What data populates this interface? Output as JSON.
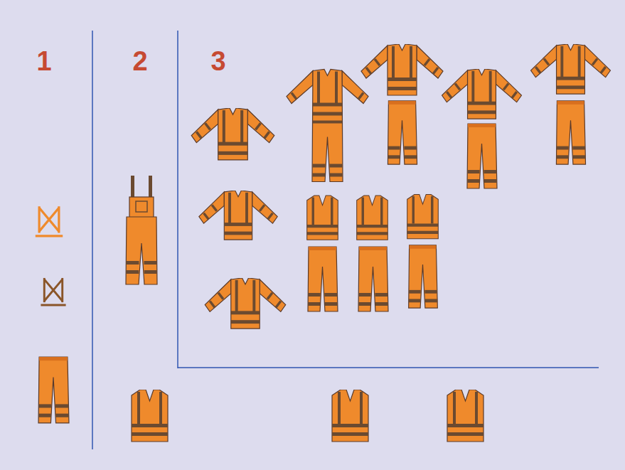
{
  "diagram": {
    "labels": [
      "1",
      "2",
      "3"
    ]
  }
}
